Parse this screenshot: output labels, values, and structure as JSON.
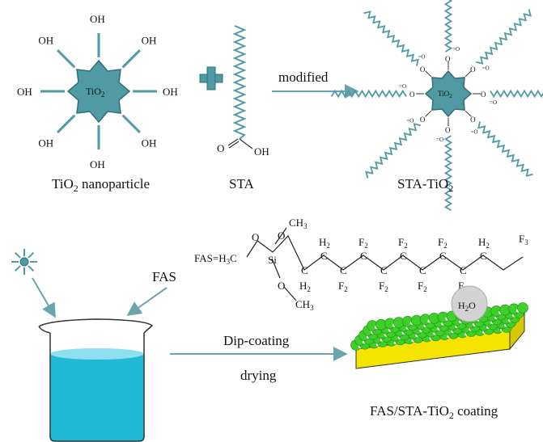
{
  "top": {
    "tio2_particle": {
      "core": "TiO",
      "core_sub": "2",
      "oh_label": "OH",
      "caption_main": "TiO",
      "caption_sub": "2",
      "caption_tail": " nanoparticle"
    },
    "sta": {
      "caption": "STA",
      "carbonyl_o": "O",
      "hydroxyl": "OH"
    },
    "arrow_label": "modified",
    "sta_tio2": {
      "core": "TiO",
      "core_sub": "2",
      "caption_main": "STA-TiO",
      "caption_sub": "2",
      "o_label": "O",
      "dbl_o_label": "=O"
    }
  },
  "bottom": {
    "fas_label": "FAS",
    "formula": {
      "prefix": "FAS=H",
      "prefix_sub": "3",
      "prefix_c": "C",
      "o": "O",
      "si": "Si",
      "ch3": "CH",
      "ch3_sub": "3",
      "h": "H",
      "f": "F",
      "sub2": "2",
      "sub3": "3",
      "c": "C"
    },
    "arrow_top": "Dip-coating",
    "arrow_bottom": "drying",
    "water": "H",
    "water_sub": "2",
    "water_o": "O",
    "coating_main": "FAS/STA-TiO",
    "coating_sub": "2",
    "coating_tail": " coating"
  },
  "colors": {
    "teal": "#4f9aa3",
    "teal_dark": "#2e6f78",
    "arrow": "#6aa5ad",
    "liquid": "#21b7d6",
    "liquid_top": "#8fdff0",
    "green": "#3fcf2a",
    "yellow": "#f4e400",
    "droplet": "#d3d3d3"
  }
}
